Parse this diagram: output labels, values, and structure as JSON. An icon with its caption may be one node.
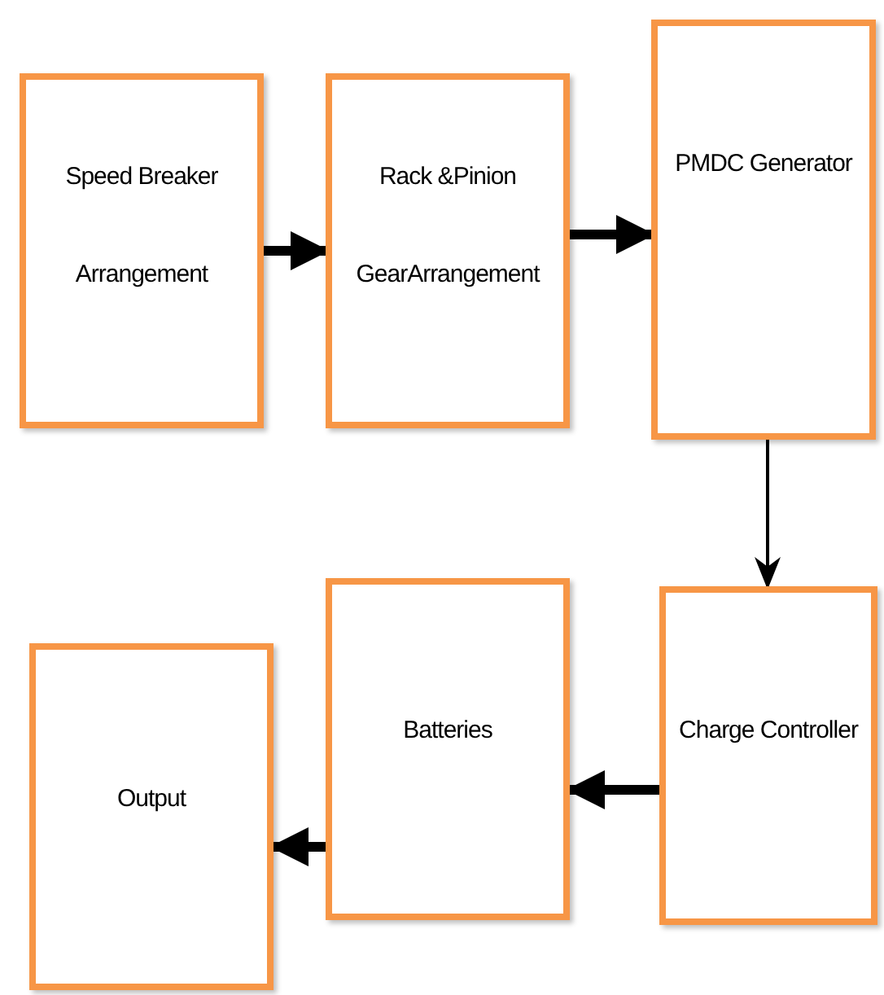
{
  "diagram": {
    "nodes": [
      {
        "text": [
          "Speed Breaker Arrangement"
        ]
      },
      {
        "text": [
          "Rack &Pinion GearArrangement"
        ]
      },
      {
        "text": [
          "PMDC Generator"
        ]
      },
      {
        "text": [
          "Charge Controller"
        ]
      },
      {
        "text": [
          "Batteries"
        ]
      },
      {
        "text": [
          "Output"
        ]
      }
    ],
    "edges": [
      {
        "from": 0,
        "to": 1,
        "arrow": "to"
      },
      {
        "from": 1,
        "to": 2,
        "arrow": "to"
      },
      {
        "from": 2,
        "to": 3,
        "arrow": "to"
      },
      {
        "from": 3,
        "to": 4,
        "arrow": "to"
      },
      {
        "from": 4,
        "to": 5,
        "arrow": "to"
      }
    ]
  }
}
